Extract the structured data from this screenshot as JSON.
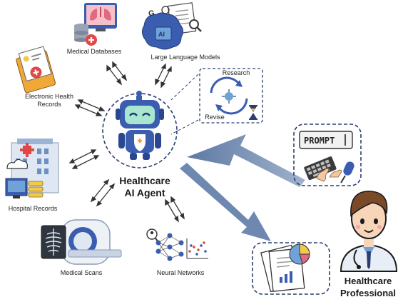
{
  "nodes": {
    "medical_databases": "Medical Databases",
    "llm": "Large Language Models",
    "ehr_line1": "Electronic Health",
    "ehr_line2": "Records",
    "hospital_records": "Hospital Records",
    "medical_scans": "Medical Scans",
    "neural_networks": "Neural Networks"
  },
  "agent": {
    "line1": "Healthcare",
    "line2": "AI Agent"
  },
  "loop": {
    "research": "Research",
    "revise": "Revise"
  },
  "prompt": {
    "text": "PROMPT"
  },
  "professional": {
    "line1": "Healthcare",
    "line2": "Professional"
  },
  "icons": {
    "medical_databases": "database-lungs-icon",
    "llm": "ai-brain-icon",
    "ehr": "medical-folder-icon",
    "hospital": "hospital-building-icon",
    "scans": "mri-scanner-icon",
    "neural": "neural-network-icon",
    "robot": "robot-icon",
    "loop": "research-revise-cycle-icon",
    "prompt": "keyboard-microphone-icon",
    "report": "report-chart-icon",
    "doctor": "doctor-avatar-icon"
  },
  "colors": {
    "big_arrow": "#7d95b8",
    "dashed": "#2c3e70",
    "robot": "#3b5db0",
    "small_arrow": "#333333"
  }
}
